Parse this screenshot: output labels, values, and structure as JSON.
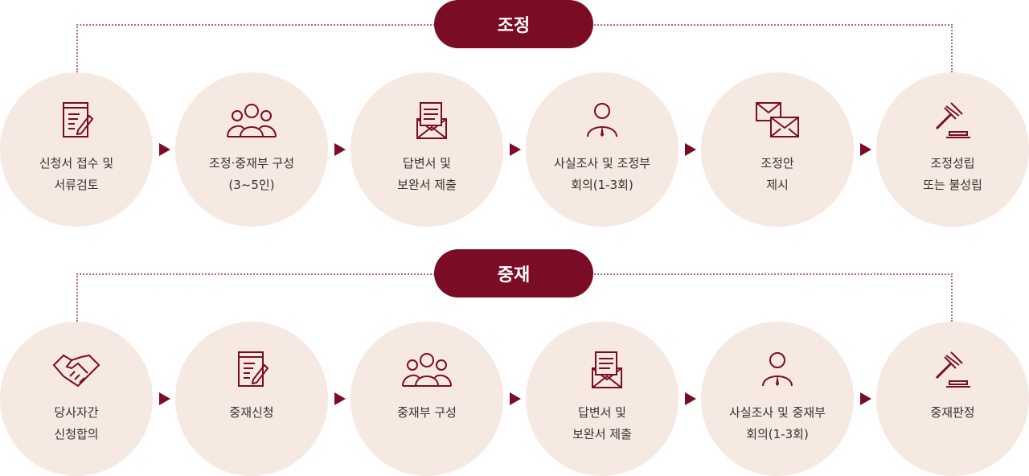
{
  "colors": {
    "accent": "#7b0c26",
    "circle": "#f6e9e1"
  },
  "sections": [
    {
      "title": "조정",
      "steps": [
        {
          "icon": "document-edit-icon",
          "label": "신청서 접수 및\n서류검토"
        },
        {
          "icon": "group-icon",
          "label": "조정·중재부 구성\n(3~5인)"
        },
        {
          "icon": "letter-icon",
          "label": "답변서 및\n보완서 제출"
        },
        {
          "icon": "person-icon",
          "label": "사실조사 및 조정부\n회의(1-3회)"
        },
        {
          "icon": "mail-exchange-icon",
          "label": "조정안\n제시"
        },
        {
          "icon": "gavel-icon",
          "label": "조정성립\n또는 불성립"
        }
      ]
    },
    {
      "title": "중재",
      "steps": [
        {
          "icon": "handshake-icon",
          "label": "당사자간\n신청합의"
        },
        {
          "icon": "document-edit-icon",
          "label": "중재신청"
        },
        {
          "icon": "group-icon",
          "label": "중재부 구성"
        },
        {
          "icon": "letter-icon",
          "label": "답변서 및\n보완서 제출"
        },
        {
          "icon": "person-icon",
          "label": "사실조사 및 중재부\n회의(1-3회)"
        },
        {
          "icon": "gavel-icon",
          "label": "중재판정"
        }
      ]
    }
  ]
}
